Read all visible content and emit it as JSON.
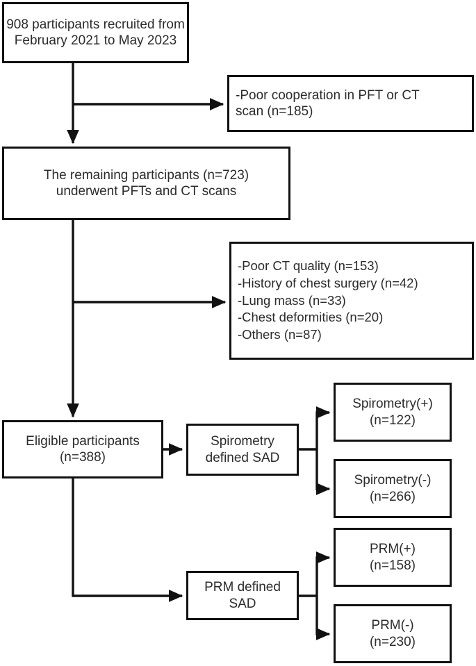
{
  "diagram": {
    "title": "Participant enrollment flow diagram",
    "type": "flowchart",
    "colors": {
      "background": "#ffffff",
      "border": "#111111",
      "text": "#2b2b2b",
      "connector": "#111111"
    }
  },
  "nodes": {
    "recruited": {
      "name": "recruited",
      "line1": "908 participants recruited from",
      "line2": "February 2021 to May 2023",
      "count": 908
    },
    "exclusion_1": {
      "name": "first-exclusion",
      "line1": "-Poor cooperation in PFT or CT",
      "line2": "scan (n=185)",
      "count": 185
    },
    "remaining": {
      "name": "remaining-participants",
      "line1": "The remaining participants (n=723)",
      "line2": "underwent PFTs and CT scans",
      "count": 723
    },
    "exclusion_2": {
      "name": "second-exclusion",
      "items": [
        "-Poor CT quality (n=153)",
        "-History of chest surgery (n=42)",
        "-Lung mass (n=33)",
        "-Chest deformities (n=20)",
        "-Others (n=87)"
      ],
      "counts": [
        153,
        42,
        33,
        20,
        87
      ]
    },
    "eligible": {
      "name": "eligible-participants",
      "line1": "Eligible participants",
      "line2": "(n=388)",
      "count": 388
    },
    "spirometry_sad": {
      "name": "spirometry-defined-sad",
      "line1": "Spirometry",
      "line2": "defined SAD"
    },
    "prm_sad": {
      "name": "prm-defined-sad",
      "line1": "PRM defined",
      "line2": "SAD"
    },
    "spirometry_positive": {
      "name": "spirometry-positive",
      "line1": "Spirometry(+)",
      "line2": "(n=122)",
      "count": 122
    },
    "spirometry_negative": {
      "name": "spirometry-negative",
      "line1": "Spirometry(-)",
      "line2": "(n=266)",
      "count": 266
    },
    "prm_positive": {
      "name": "prm-positive",
      "line1": "PRM(+)",
      "line2": "(n=158)",
      "count": 158
    },
    "prm_negative": {
      "name": "prm-negative",
      "line1": "PRM(-)",
      "line2": "(n=230)",
      "count": 230
    }
  }
}
